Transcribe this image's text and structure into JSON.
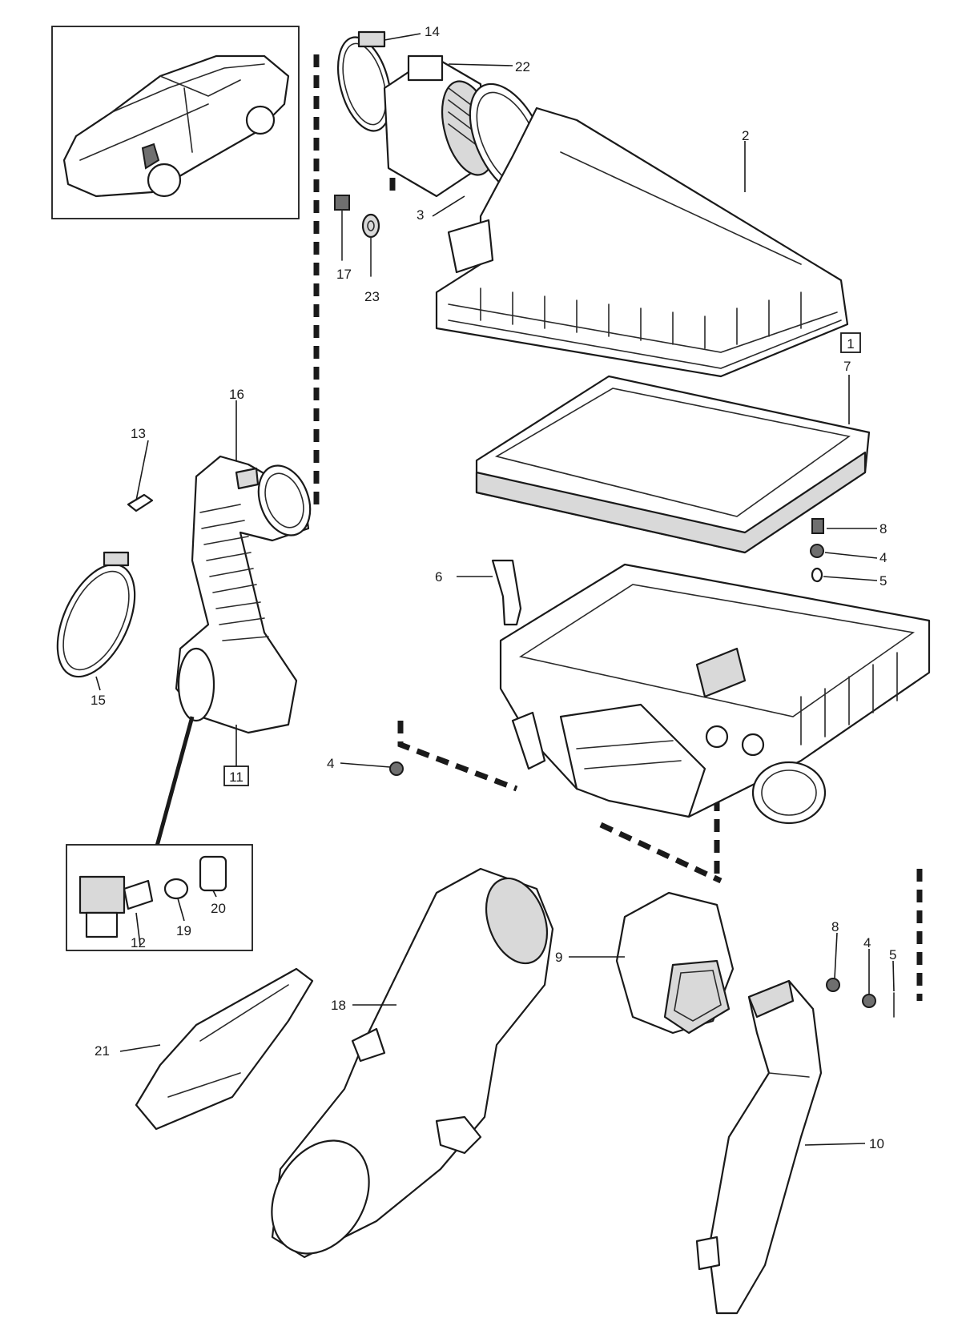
{
  "labels": {
    "l1": "1",
    "l2": "2",
    "l3": "3",
    "l4a": "4",
    "l4b": "4",
    "l4c": "4",
    "l5a": "5",
    "l5b": "5",
    "l6": "6",
    "l7": "7",
    "l8a": "8",
    "l8b": "8",
    "l9": "9",
    "l10": "10",
    "l11": "11",
    "l12": "12",
    "l13": "13",
    "l14": "14",
    "l15": "15",
    "l16": "16",
    "l17": "17",
    "l18": "18",
    "l19": "19",
    "l20": "20",
    "l21": "21",
    "l22": "22",
    "l23": "23"
  },
  "colors": {
    "line": "#1a1a1a",
    "shade": "#d9d9d9",
    "background": "#ffffff"
  }
}
